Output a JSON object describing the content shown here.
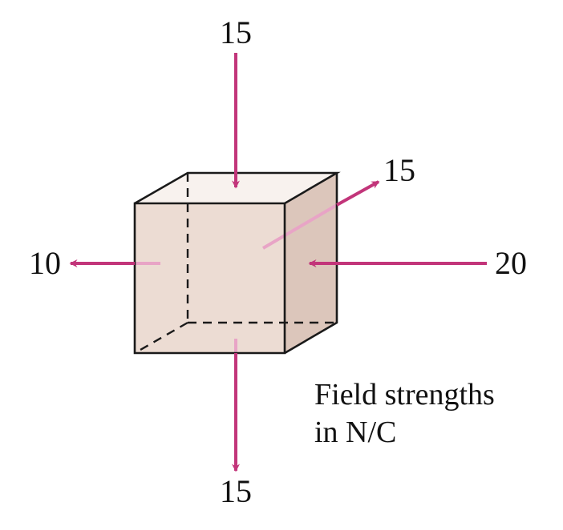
{
  "labels": {
    "top": "15",
    "bottom": "15",
    "left": "10",
    "right": "20",
    "back": "15"
  },
  "caption": {
    "line1": "Field strengths",
    "line2": "in N/C"
  },
  "colors": {
    "arrow": "#c2357a",
    "arrow_inside": "#e8a4c6",
    "cube_front": "#ecdcd3",
    "cube_top": "#f8f2ee",
    "cube_side": "#dcc6bb",
    "edge": "#1a1a1a"
  },
  "icons": {
    "arrowhead": "arrowhead-icon"
  }
}
